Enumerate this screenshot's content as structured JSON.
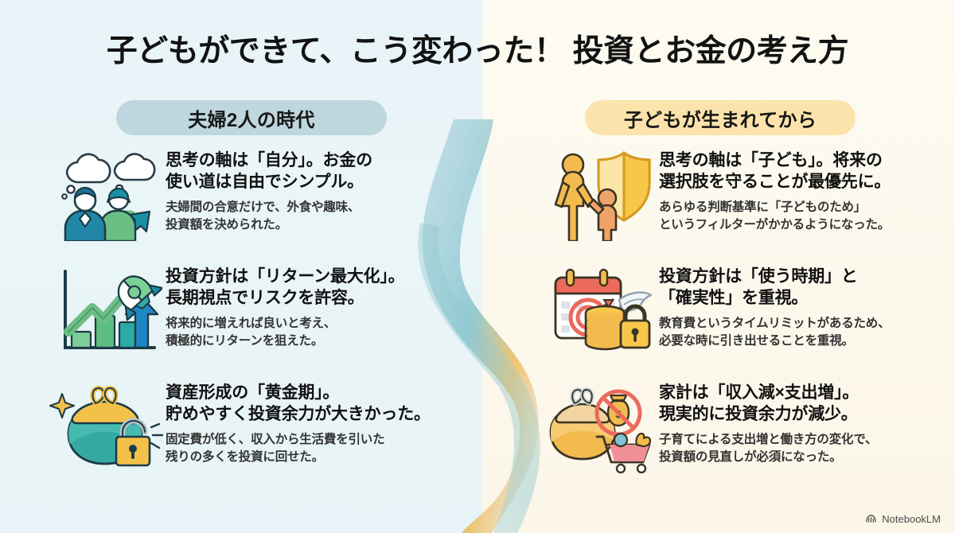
{
  "title": "子どもができて、こう変わった！ 投資とお金の考え方",
  "colors": {
    "bg_left": "#eaf5f7",
    "bg_right": "#fdfbf2",
    "pill_left": "#bed6de",
    "pill_right": "#fbe3ab",
    "title_text": "#121212",
    "heading_text": "#111111",
    "body_text": "#333333",
    "icon_teal": "#2f8ea8",
    "icon_green": "#6cbf84",
    "icon_gold": "#f0b83f",
    "icon_orange": "#f09a5c",
    "icon_red": "#e8695c"
  },
  "columns": [
    {
      "id": "before",
      "header": "夫婦2人の時代",
      "items": [
        {
          "icon": "couple-thinking-icon",
          "heading": "思考の軸は「自分」。お金の\n使い道は自由でシンプル。",
          "body": "夫婦間の合意だけで、外食や趣味、\n投資額を決められた。"
        },
        {
          "icon": "growth-chart-rocket-icon",
          "heading": "投資方針は「リターン最大化」。\n長期視点でリスクを許容。",
          "body": "将来的に増えれば良いと考え、\n積極的にリターンを狙えた。"
        },
        {
          "icon": "purse-open-lock-icon",
          "heading": "資産形成の「黄金期」。\n貯めやすく投資余力が大きかった。",
          "body": "固定費が低く、収入から生活費を引いた\n残りの多くを投資に回せた。"
        }
      ]
    },
    {
      "id": "after",
      "header": "子どもが生まれてから",
      "items": [
        {
          "icon": "parent-child-shield-icon",
          "heading": "思考の軸は「子ども」。将来の\n選択肢を守ることが最優先に。",
          "body": "あらゆる判断基準に「子どものため」\nというフィルターがかかるようになった。"
        },
        {
          "icon": "calendar-target-coins-lock-icon",
          "heading": "投資方針は「使う時期」と\n「確実性」を重視。",
          "body": "教育費というタイムリミットがあるため、\n必要な時に引き出せることを重視。"
        },
        {
          "icon": "purse-no-money-cart-icon",
          "heading": "家計は「収入減×支出増」。\n現実的に投資余力が減少。",
          "body": "子育てによる支出増と働き方の変化で、\n投資額の見直しが必須になった。"
        }
      ]
    }
  ],
  "footer": {
    "brand": "NotebookLM"
  }
}
